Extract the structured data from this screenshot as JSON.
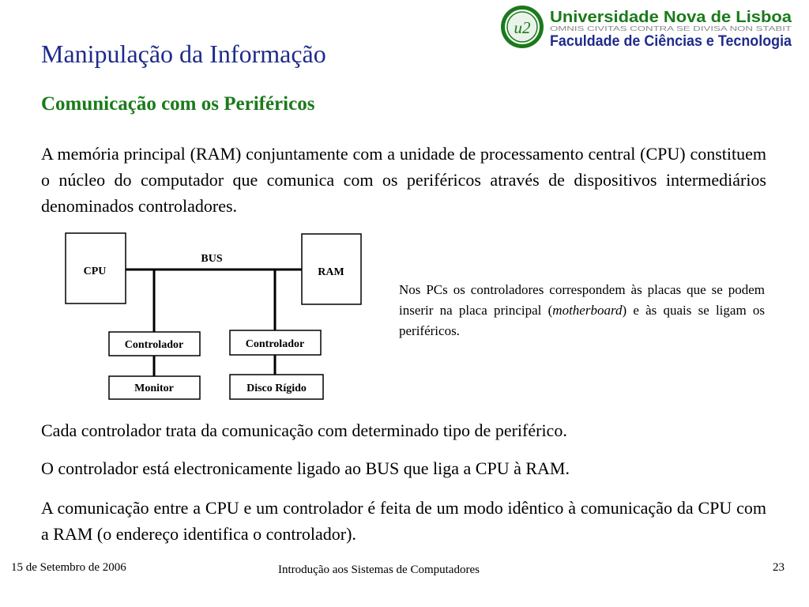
{
  "slide": {
    "title": "Manipulação da Informação",
    "subtitle": "Comunicação com os Periféricos",
    "intro": "A memória principal (RAM) conjuntamente com a unidade de processamento central (CPU) constituem o núcleo do computador que comunica com os periféricos através de dispositivos intermediários denominados controladores.",
    "side_note": {
      "before": "Nos PCs os controladores correspondem às placas que se podem inserir na placa principal (",
      "emphasis": "motherboard",
      "after": ") e às quais se ligam os periféricos."
    },
    "point_1": "Cada controlador trata da comunicação com determinado tipo de periférico.",
    "point_2": "O controlador está electronicamente ligado ao BUS que liga a CPU à RAM.",
    "point_3": "A comunicação entre a CPU e um controlador é feita de um modo idêntico à comunicação da CPU com a RAM (o endereço identifica o controlador)."
  },
  "diagram": {
    "cpu": "CPU",
    "ram": "RAM",
    "bus": "BUS",
    "controller_left": "Controlador",
    "controller_right": "Controlador",
    "device_left": "Monitor",
    "device_right": "Disco Rígido"
  },
  "logo": {
    "line1": "Universidade Nova de Lisboa",
    "motto": "OMNIS CIVITAS CONTRA SE DIVISA NON STABIT",
    "line2": "Faculdade de Ciências e Tecnologia",
    "emblem": "u2",
    "colors": {
      "green": "#1a7a1a",
      "blue": "#1f2b8a"
    }
  },
  "footer": {
    "date": "15 de Setembro de 2006",
    "course": "Introdução aos Sistemas de Computadores",
    "page": "23"
  },
  "colors": {
    "title": "#1f2b8a",
    "subtitle": "#1a7a1a"
  }
}
